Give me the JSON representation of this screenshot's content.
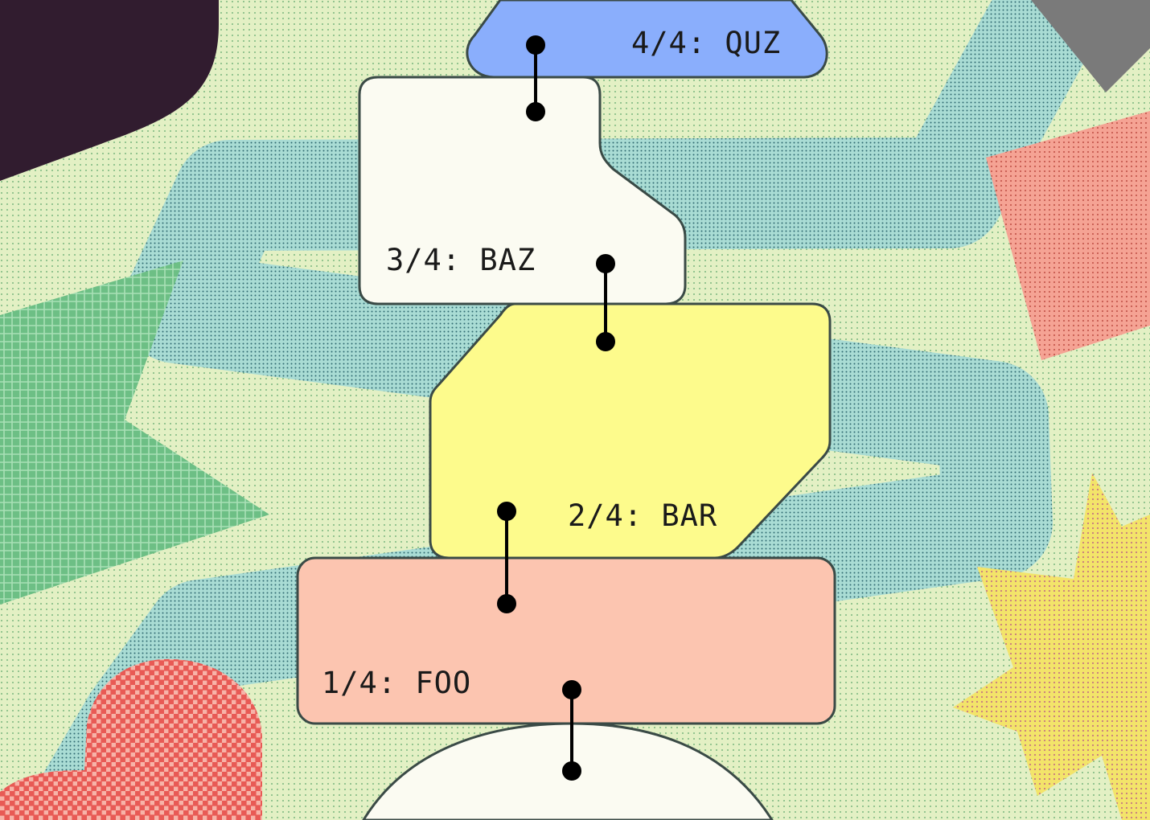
{
  "diagram": {
    "stages": [
      {
        "id": "quz",
        "label": "4/4: QUZ",
        "color": "#8aaefc"
      },
      {
        "id": "baz",
        "label": "3/4: BAZ",
        "color": "#fbfbf2"
      },
      {
        "id": "bar",
        "label": "2/4: BAR",
        "color": "#fdfb8c"
      },
      {
        "id": "foo",
        "label": "1/4: FOO",
        "color": "#fcc5b0"
      }
    ],
    "colors": {
      "background": "#e3f0c4",
      "outline": "#3a4a46",
      "connector": "#000000",
      "path_band": "#a9dcd4",
      "blob_dark": "#311c2f",
      "star_green": "#6dbf85",
      "square_pink": "#f5a394",
      "star_yellow": "#f3e46a",
      "triangle_gray": "#7a7a7a",
      "heart_red": "#ef6e66"
    }
  }
}
